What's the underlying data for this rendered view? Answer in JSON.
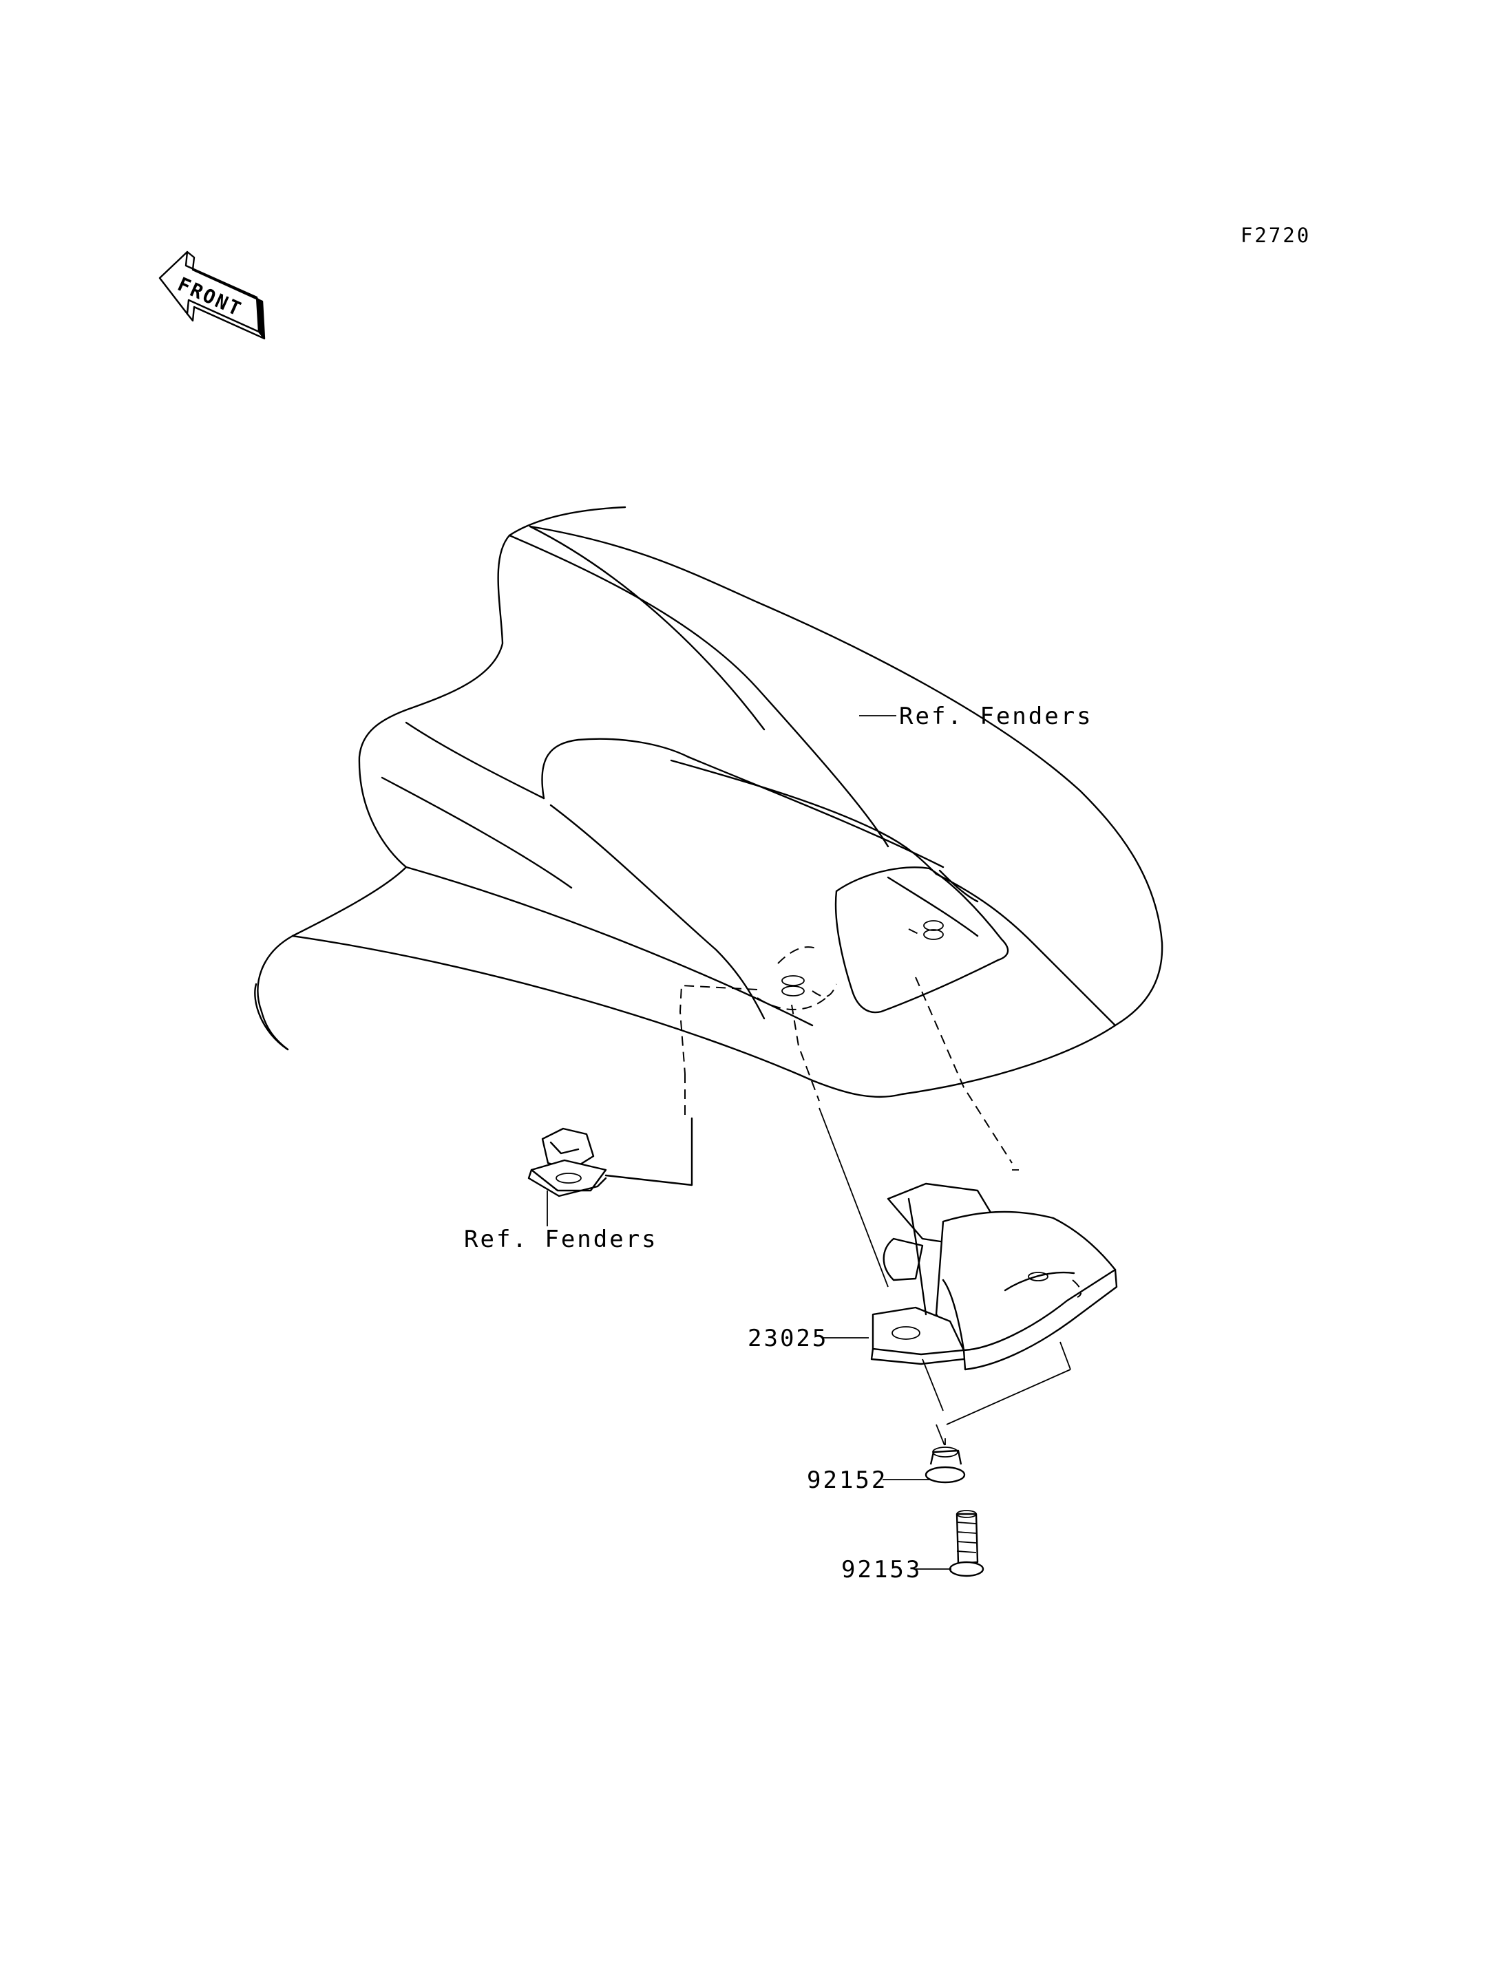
{
  "figure_code": "F2720",
  "front_arrow_text": "FRONT",
  "callouts": [
    {
      "id": "ref-fenders-top",
      "text": "Ref. Fenders"
    },
    {
      "id": "ref-fenders-left",
      "text": "Ref. Fenders"
    },
    {
      "id": "part-23025",
      "text": "23025"
    },
    {
      "id": "part-92152",
      "text": "92152"
    },
    {
      "id": "part-92153",
      "text": "92153"
    }
  ]
}
